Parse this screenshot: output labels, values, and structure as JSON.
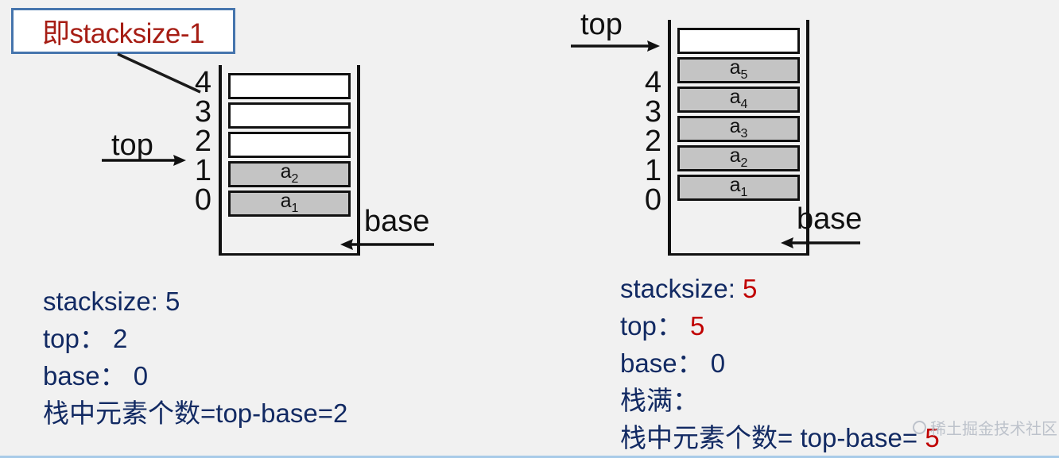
{
  "callout": {
    "text": "即stacksize-1"
  },
  "left_stack": {
    "pointer_top_label": "top",
    "pointer_base_label": "base",
    "indices": [
      "4",
      "3",
      "2",
      "1",
      "0"
    ],
    "cells": [
      {
        "index": "4",
        "value": "",
        "filled": false
      },
      {
        "index": "3",
        "value": "",
        "filled": false
      },
      {
        "index": "2",
        "value": "",
        "filled": false
      },
      {
        "index": "1",
        "value": "a",
        "sub": "2",
        "filled": true
      },
      {
        "index": "0",
        "value": "a",
        "sub": "1",
        "filled": true
      }
    ]
  },
  "right_stack": {
    "pointer_top_label": "top",
    "pointer_base_label": "base",
    "indices": [
      "4",
      "3",
      "2",
      "1",
      "0"
    ],
    "cells": [
      {
        "index": "",
        "value": "",
        "filled": false
      },
      {
        "index": "4",
        "value": "a",
        "sub": "5",
        "filled": true
      },
      {
        "index": "3",
        "value": "a",
        "sub": "4",
        "filled": true
      },
      {
        "index": "2",
        "value": "a",
        "sub": "3",
        "filled": true
      },
      {
        "index": "1",
        "value": "a",
        "sub": "2",
        "filled": true
      },
      {
        "index": "0",
        "value": "a",
        "sub": "1",
        "filled": true
      }
    ]
  },
  "left_info": {
    "line1_label": "stacksize:",
    "line1_value": "5",
    "line2_label": "top：",
    "line2_value": "2",
    "line3_label": "base：",
    "line3_value": "0",
    "line4": "栈中元素个数=top-base=2"
  },
  "right_info": {
    "line1_label": "stacksize:",
    "line1_value": "5",
    "line2_label": "top：",
    "line2_value": "5",
    "line3_label": "base：",
    "line3_value": "0",
    "line4": "栈满：",
    "line5_label": "栈中元素个数= top-base=",
    "line5_value": "5"
  },
  "watermark": {
    "text": "稀土掘金技术社区"
  },
  "colors": {
    "background": "#f1f1f1",
    "callout_border": "#4675ad",
    "callout_text": "#a61d14",
    "info_text": "#122a63",
    "highlight": "#c00000",
    "cell_filled": "#c4c4c4",
    "stroke": "#111111",
    "bottom_rule": "#a8cbe8"
  }
}
